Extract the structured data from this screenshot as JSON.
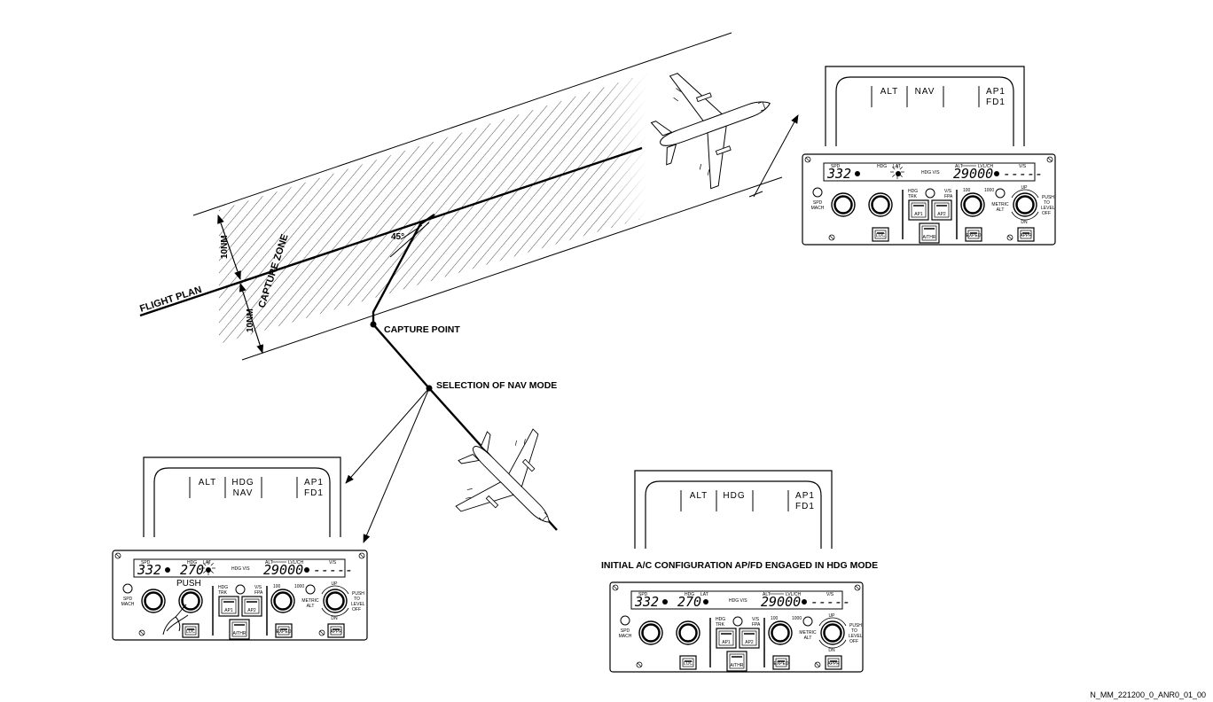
{
  "diagram": {
    "flight_plan": "FLIGHT PLAN",
    "capture_zone": "CAPTURE ZONE",
    "zone_upper_width": "10NM",
    "zone_lower_width": "10NM",
    "angle": "45°",
    "capture_point": "CAPTURE POINT",
    "selection": "SELECTION OF NAV MODE",
    "initial_config": "INITIAL A/C CONFIGURATION AP/FD ENGAGED IN HDG MODE",
    "doc_ref": "N_MM_221200_0_ANR0_01_00"
  },
  "panels": {
    "initial": {
      "fma": {
        "col1": "ALT",
        "col2a": "HDG",
        "col2b": "",
        "col4a": "AP1",
        "col4b": "FD1"
      },
      "fcu": {
        "spd": "332",
        "hdg": "270",
        "alt": "29000",
        "vs": "-----",
        "push": ""
      }
    },
    "selection": {
      "fma": {
        "col1": "ALT",
        "col2a": "HDG",
        "col2b": "NAV",
        "col4a": "AP1",
        "col4b": "FD1"
      },
      "fcu": {
        "spd": "332",
        "hdg": "270",
        "alt": "29000",
        "vs": "-----",
        "push": "PUSH"
      }
    },
    "captured": {
      "fma": {
        "col1": "ALT",
        "col2a": "NAV",
        "col2b": "",
        "col4a": "AP1",
        "col4b": "FD1"
      },
      "fcu": {
        "spd": "332",
        "hdg": "",
        "alt": "29000",
        "vs": "-----",
        "push": ""
      }
    }
  },
  "fcu_labels": {
    "spd": "SPD",
    "mach": "MACH",
    "hdg": "HDG",
    "lat": "LAT",
    "hdg_vs": "HDG V/S",
    "alt": "ALT",
    "lvl_ch": "LVL/CH",
    "vs": "V/S",
    "hdg_trk_1": "HDG",
    "hdg_trk_2": "TRK",
    "vs_fpa_1": "V/S",
    "vs_fpa_2": "FPA",
    "ap1": "AP1",
    "ap2": "AP2",
    "athr": "A/THR",
    "loc": "LOC",
    "expd": "EXPED",
    "appr": "APPR",
    "alt_100": "100",
    "alt_1000": "1000",
    "metric_1": "METRIC",
    "metric_2": "ALT",
    "up": "UP",
    "dn": "DN",
    "push_to_1": "PUSH",
    "push_to_2": "TO",
    "push_to_3": "LEVEL",
    "push_to_4": "OFF"
  }
}
